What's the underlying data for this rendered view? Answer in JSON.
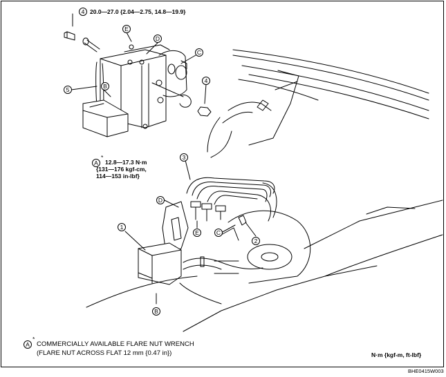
{
  "torque_top": {
    "callout": "4",
    "value": "20.0—27.0 {2.04—2.75, 14.8—19.9}"
  },
  "torque_mid": {
    "tool_mark": "A",
    "asterisk": "*",
    "line1": "12.8—17.3 N·m",
    "line2": "{131—176 kgf-cm,",
    "line3": "114—153 in-lbf}",
    "callout": "3"
  },
  "callouts": {
    "n1": "1",
    "n2": "2",
    "n4a": "4",
    "n4b": "4",
    "n5": "5",
    "lB_top": "B",
    "lC_top": "C",
    "lD_top": "D",
    "lE_top": "E",
    "lB_bot": "B",
    "lC_bot": "C",
    "lD_bot": "D",
    "lE_bot": "E"
  },
  "footnote": {
    "mark": "A",
    "asterisk": "*",
    "line1": "COMMERCIALLY AVAILABLE FLARE NUT WRENCH",
    "line2": "(FLARE NUT ACROSS FLAT 12 mm {0.47 in})"
  },
  "unit_legend": "N·m {kgf-m, ft-lbf}",
  "figure_code": "BHE0415W003"
}
